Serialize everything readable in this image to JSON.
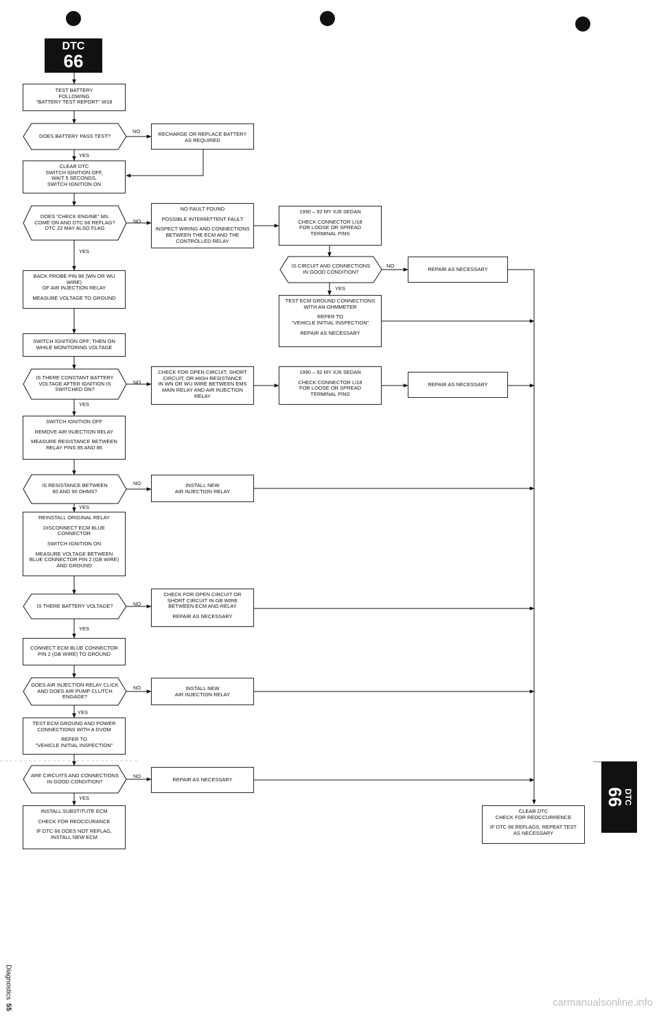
{
  "header": {
    "badge_top": "DTC",
    "badge_num": "66"
  },
  "side_tab": {
    "top": "DTC",
    "num": "66"
  },
  "footer": {
    "section": "Diagnostics",
    "page": "55"
  },
  "watermark": "carmanualsonline.info",
  "labels": {
    "yes": "YES",
    "no": "NO"
  },
  "steps": {
    "s1": [
      "TEST BATTERY",
      "FOLLOWING",
      "\"BATTERY TEST REPORT\" W18"
    ],
    "s2": [
      "CLEAR DTC",
      "SWITCH IGNITION OFF,",
      "WAIT 5 SECONDS,",
      "SWITCH IGNITION ON"
    ],
    "s3": [
      "BACK PROBE PIN 86 (WN OR WU WIRE)",
      "OF AIR INJECTION RELAY",
      "",
      "MEASURE VOLTAGE TO GROUND"
    ],
    "s4": [
      "SWITCH IGNITION OFF; THEN ON",
      "WHILE MONITORING VOLTAGE"
    ],
    "s5": [
      "SWITCH IGNITION OFF",
      "",
      "REMOVE AIR INJECTION RELAY",
      "",
      "MEASURE RESISTANCE BETWEEN",
      "RELAY PINS 85 AND 86"
    ],
    "s6": [
      "REINSTALL ORIGINAL RELAY",
      "",
      "DISCONNECT ECM BLUE CONNECTOR",
      "",
      "SWITCH IGNITION ON",
      "",
      "MEASURE VOLTAGE BETWEEN",
      "BLUE CONNECTOR PIN 2 (GB WIRE)",
      "AND GROUND"
    ],
    "s7": [
      "CONNECT ECM BLUE CONNECTOR",
      "PIN 2 (GB WIRE) TO GROUND"
    ],
    "s8": [
      "TEST ECM GROUND AND POWER",
      "CONNECTIONS WITH A DVOM",
      "",
      "REFER TO",
      "\"VEHICLE INITIAL INSPECTION\""
    ],
    "s9": [
      "INSTALL SUBSTITUTE ECM",
      "",
      "CHECK FOR REOCCURANCE",
      "",
      "IF DTC 66 DOES NOT REFLAG,",
      "INSTALL NEW ECM"
    ]
  },
  "decisions": {
    "d1": [
      "DOES BATTERY PASS TEST?"
    ],
    "d2": [
      "DOES \"CHECK ENGINE\" MIL",
      "COME ON AND DTC 66 REFLAG?",
      "",
      "DTC 22 MAY ALSO FLAG"
    ],
    "d3": [
      "IS THERE CONSTANT BATTERY",
      "VOLTAGE AFTER IGNITION IS",
      "SWITCHED ON?"
    ],
    "d4": [
      "IS RESISTANCE BETWEEN",
      "60 AND 90 OHMS?"
    ],
    "d5": [
      "IS THERE BATTERY VOLTAGE?"
    ],
    "d6": [
      "DOES AIR INJECTION RELAY CLICK",
      "AND DOES AIR PUMP CLUTCH",
      "ENGAGE?"
    ],
    "d7": [
      "ARE CIRCUITS AND CONNECTIONS",
      "IN GOOD CONDITION?"
    ],
    "d8": [
      "IS CIRCUIT AND CONNECTIONS",
      "IN GOOD CONDITION?"
    ]
  },
  "actions": {
    "a1": [
      "RECHARGE OR REPLACE BATTERY",
      "AS REQUIRED"
    ],
    "a2": [
      "NO FAULT FOUND",
      "",
      "POSSIBLE INTERMITTENT FAULT",
      "",
      "INSPECT WIRING AND CONNECTIONS",
      "BETWEEN THE ECM AND THE",
      "CONTROLLED RELAY"
    ],
    "a3": [
      "CHECK FOR OPEN CIRCUIT, SHORT",
      "CIRCUIT, OR HIGH RESISTANCE",
      "IN WN OR WU WIRE BETWEEN EMS",
      "MAIN RELAY AND AIR INJECTION",
      "RELAY"
    ],
    "a4": [
      "INSTALL NEW",
      "AIR INJECTION RELAY"
    ],
    "a5": [
      "CHECK FOR OPEN CIRCUIT OR",
      "SHORT CIRCUIT IN GB WIRE",
      "BETWEEN ECM AND RELAY",
      "",
      "REPAIR AS NECESSARY"
    ],
    "a6": [
      "INSTALL NEW",
      "AIR INJECTION RELAY"
    ],
    "a7": [
      "REPAIR AS NECESSARY"
    ],
    "b1": [
      "1990 – 92 MY XJ6 SEDAN",
      "",
      "CHECK CONNECTOR LI18",
      "FOR LOOSE OR SPREAD",
      "TERMINAL PINS"
    ],
    "b2": [
      "TEST ECM GROUND CONNECTIONS",
      "WITH AN OHMMETER",
      "",
      "REFER TO",
      "\"VEHICLE INITIAL INSPECTION\"",
      "",
      "REPAIR AS NECESSARY"
    ],
    "b3": [
      "1990 – 92 MY XJ6 SEDAN",
      "",
      "CHECK CONNECTOR LI18",
      "FOR LOOSE OR SPREAD",
      "TERMINAL PINS"
    ],
    "c1": [
      "REPAIR AS NECESSARY"
    ],
    "c2": [
      "REPAIR AS NECESSARY"
    ],
    "end": [
      "CLEAR DTC",
      "CHECK FOR REOCCURRENCE",
      "",
      "IF DTC 66 REFLAGS, REPEAT TEST",
      "AS NECESSARY"
    ]
  }
}
